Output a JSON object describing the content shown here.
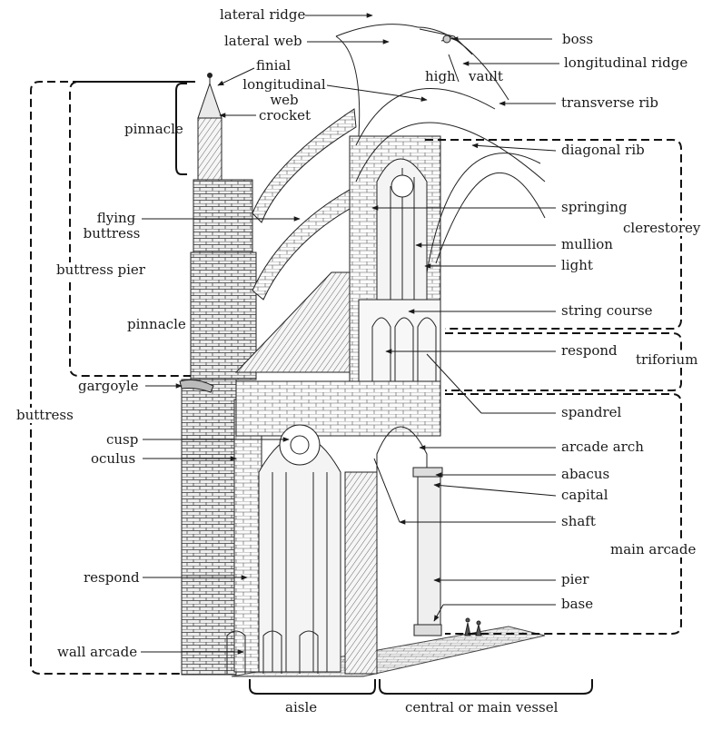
{
  "labels": {
    "lateral_ridge": "lateral ridge",
    "lateral_web": "lateral web",
    "finial": "finial",
    "longitudinal_web_1": "longitudinal",
    "longitudinal_web_2": "web",
    "crocket": "crocket",
    "pinnacle_top": "pinnacle",
    "flying_buttress_1": "flying",
    "flying_buttress_2": "buttress",
    "buttress_pier": "buttress pier",
    "pinnacle_lower": "pinnacle",
    "gargoyle": "gargoyle",
    "buttress": "buttress",
    "cusp": "cusp",
    "oculus": "oculus",
    "respond_left": "respond",
    "wall_arcade": "wall arcade",
    "high_vault_1": "high",
    "high_vault_2": "vault",
    "boss": "boss",
    "longitudinal_ridge": "longitudinal ridge",
    "transverse_rib": "transverse rib",
    "diagonal_rib": "diagonal rib",
    "springing": "springing",
    "clerestorey": "clerestorey",
    "mullion": "mullion",
    "light": "light",
    "string_course": "string course",
    "respond_right": "respond",
    "triforium": "triforium",
    "spandrel": "spandrel",
    "arcade_arch": "arcade arch",
    "abacus": "abacus",
    "capital": "capital",
    "shaft": "shaft",
    "main_arcade": "main arcade",
    "pier": "pier",
    "base": "base",
    "aisle": "aisle",
    "central_vessel": "central or main vessel"
  }
}
